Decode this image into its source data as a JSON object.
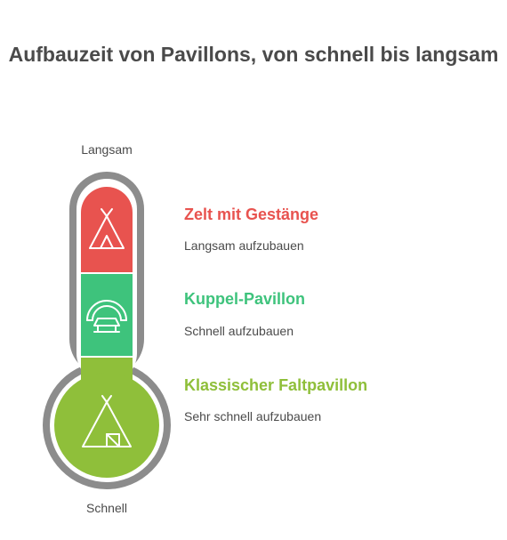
{
  "title": "Aufbauzeit von Pavillons, von schnell bis langsam",
  "scale": {
    "top_label": "Langsam",
    "bottom_label": "Schnell"
  },
  "levels": [
    {
      "title": "Zelt mit Gestänge",
      "description": "Langsam aufzubauen",
      "color": "#e8534f",
      "icon": "tent-poles-icon"
    },
    {
      "title": "Kuppel-Pavillon",
      "description": "Schnell aufzubauen",
      "color": "#3ec37c",
      "icon": "dome-pavilion-icon"
    },
    {
      "title": "Klassischer Faltpavillon",
      "description": "Sehr schnell aufzubauen",
      "color": "#8fbf3a",
      "icon": "folding-tent-icon"
    }
  ],
  "colors": {
    "frame": "#8c8c8c",
    "text": "#4a4a4a"
  }
}
